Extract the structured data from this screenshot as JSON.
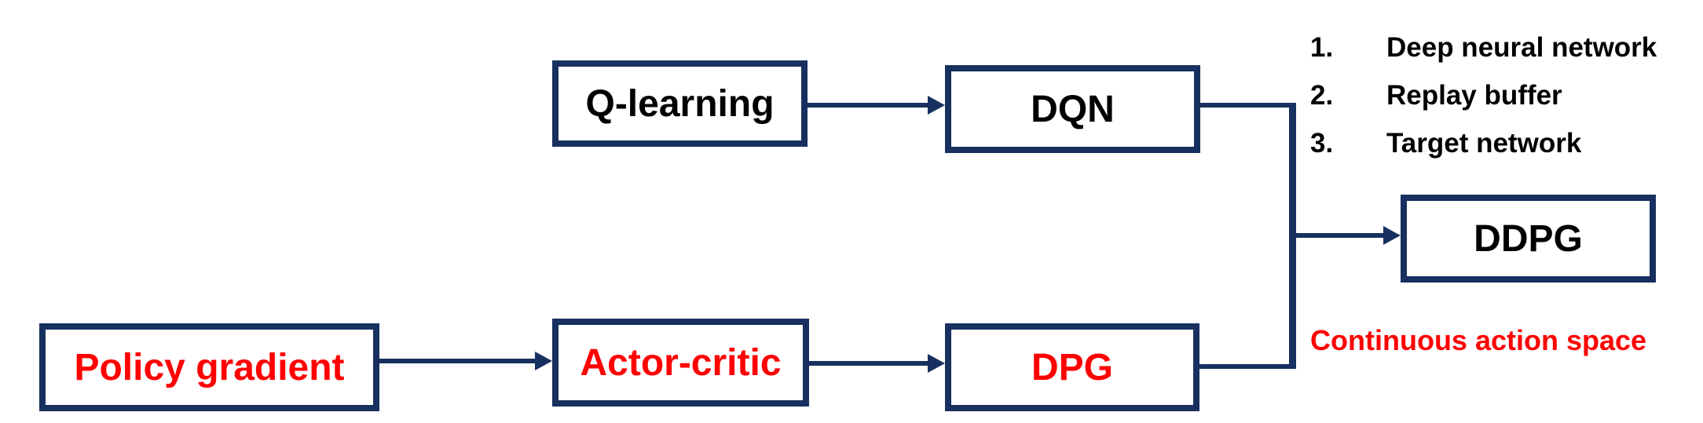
{
  "colors": {
    "line_navy": "#17305f",
    "accent_red": "#fe0000",
    "text_black": "#000000",
    "background": "#ffffff"
  },
  "nodes": {
    "q_learning": {
      "label": "Q-learning",
      "color": "black"
    },
    "dqn": {
      "label": "DQN",
      "color": "black"
    },
    "ddpg": {
      "label": "DDPG",
      "color": "black"
    },
    "policy_gradient": {
      "label": "Policy gradient",
      "color": "red"
    },
    "actor_critic": {
      "label": "Actor-critic",
      "color": "red"
    },
    "dpg": {
      "label": "DPG",
      "color": "red"
    }
  },
  "edges": [
    {
      "from": "Q-learning",
      "to": "DQN"
    },
    {
      "from": "Policy gradient",
      "to": "Actor-critic"
    },
    {
      "from": "Actor-critic",
      "to": "DPG"
    },
    {
      "from": "DQN",
      "to": "DDPG"
    },
    {
      "from": "DPG",
      "to": "DDPG"
    }
  ],
  "dqn_features_list": {
    "items": [
      {
        "marker": "1.",
        "label": "Deep neural network"
      },
      {
        "marker": "2.",
        "label": "Replay buffer"
      },
      {
        "marker": "3.",
        "label": "Target network"
      }
    ]
  },
  "ddpg_note": {
    "label": "Continuous action space",
    "color": "red"
  }
}
